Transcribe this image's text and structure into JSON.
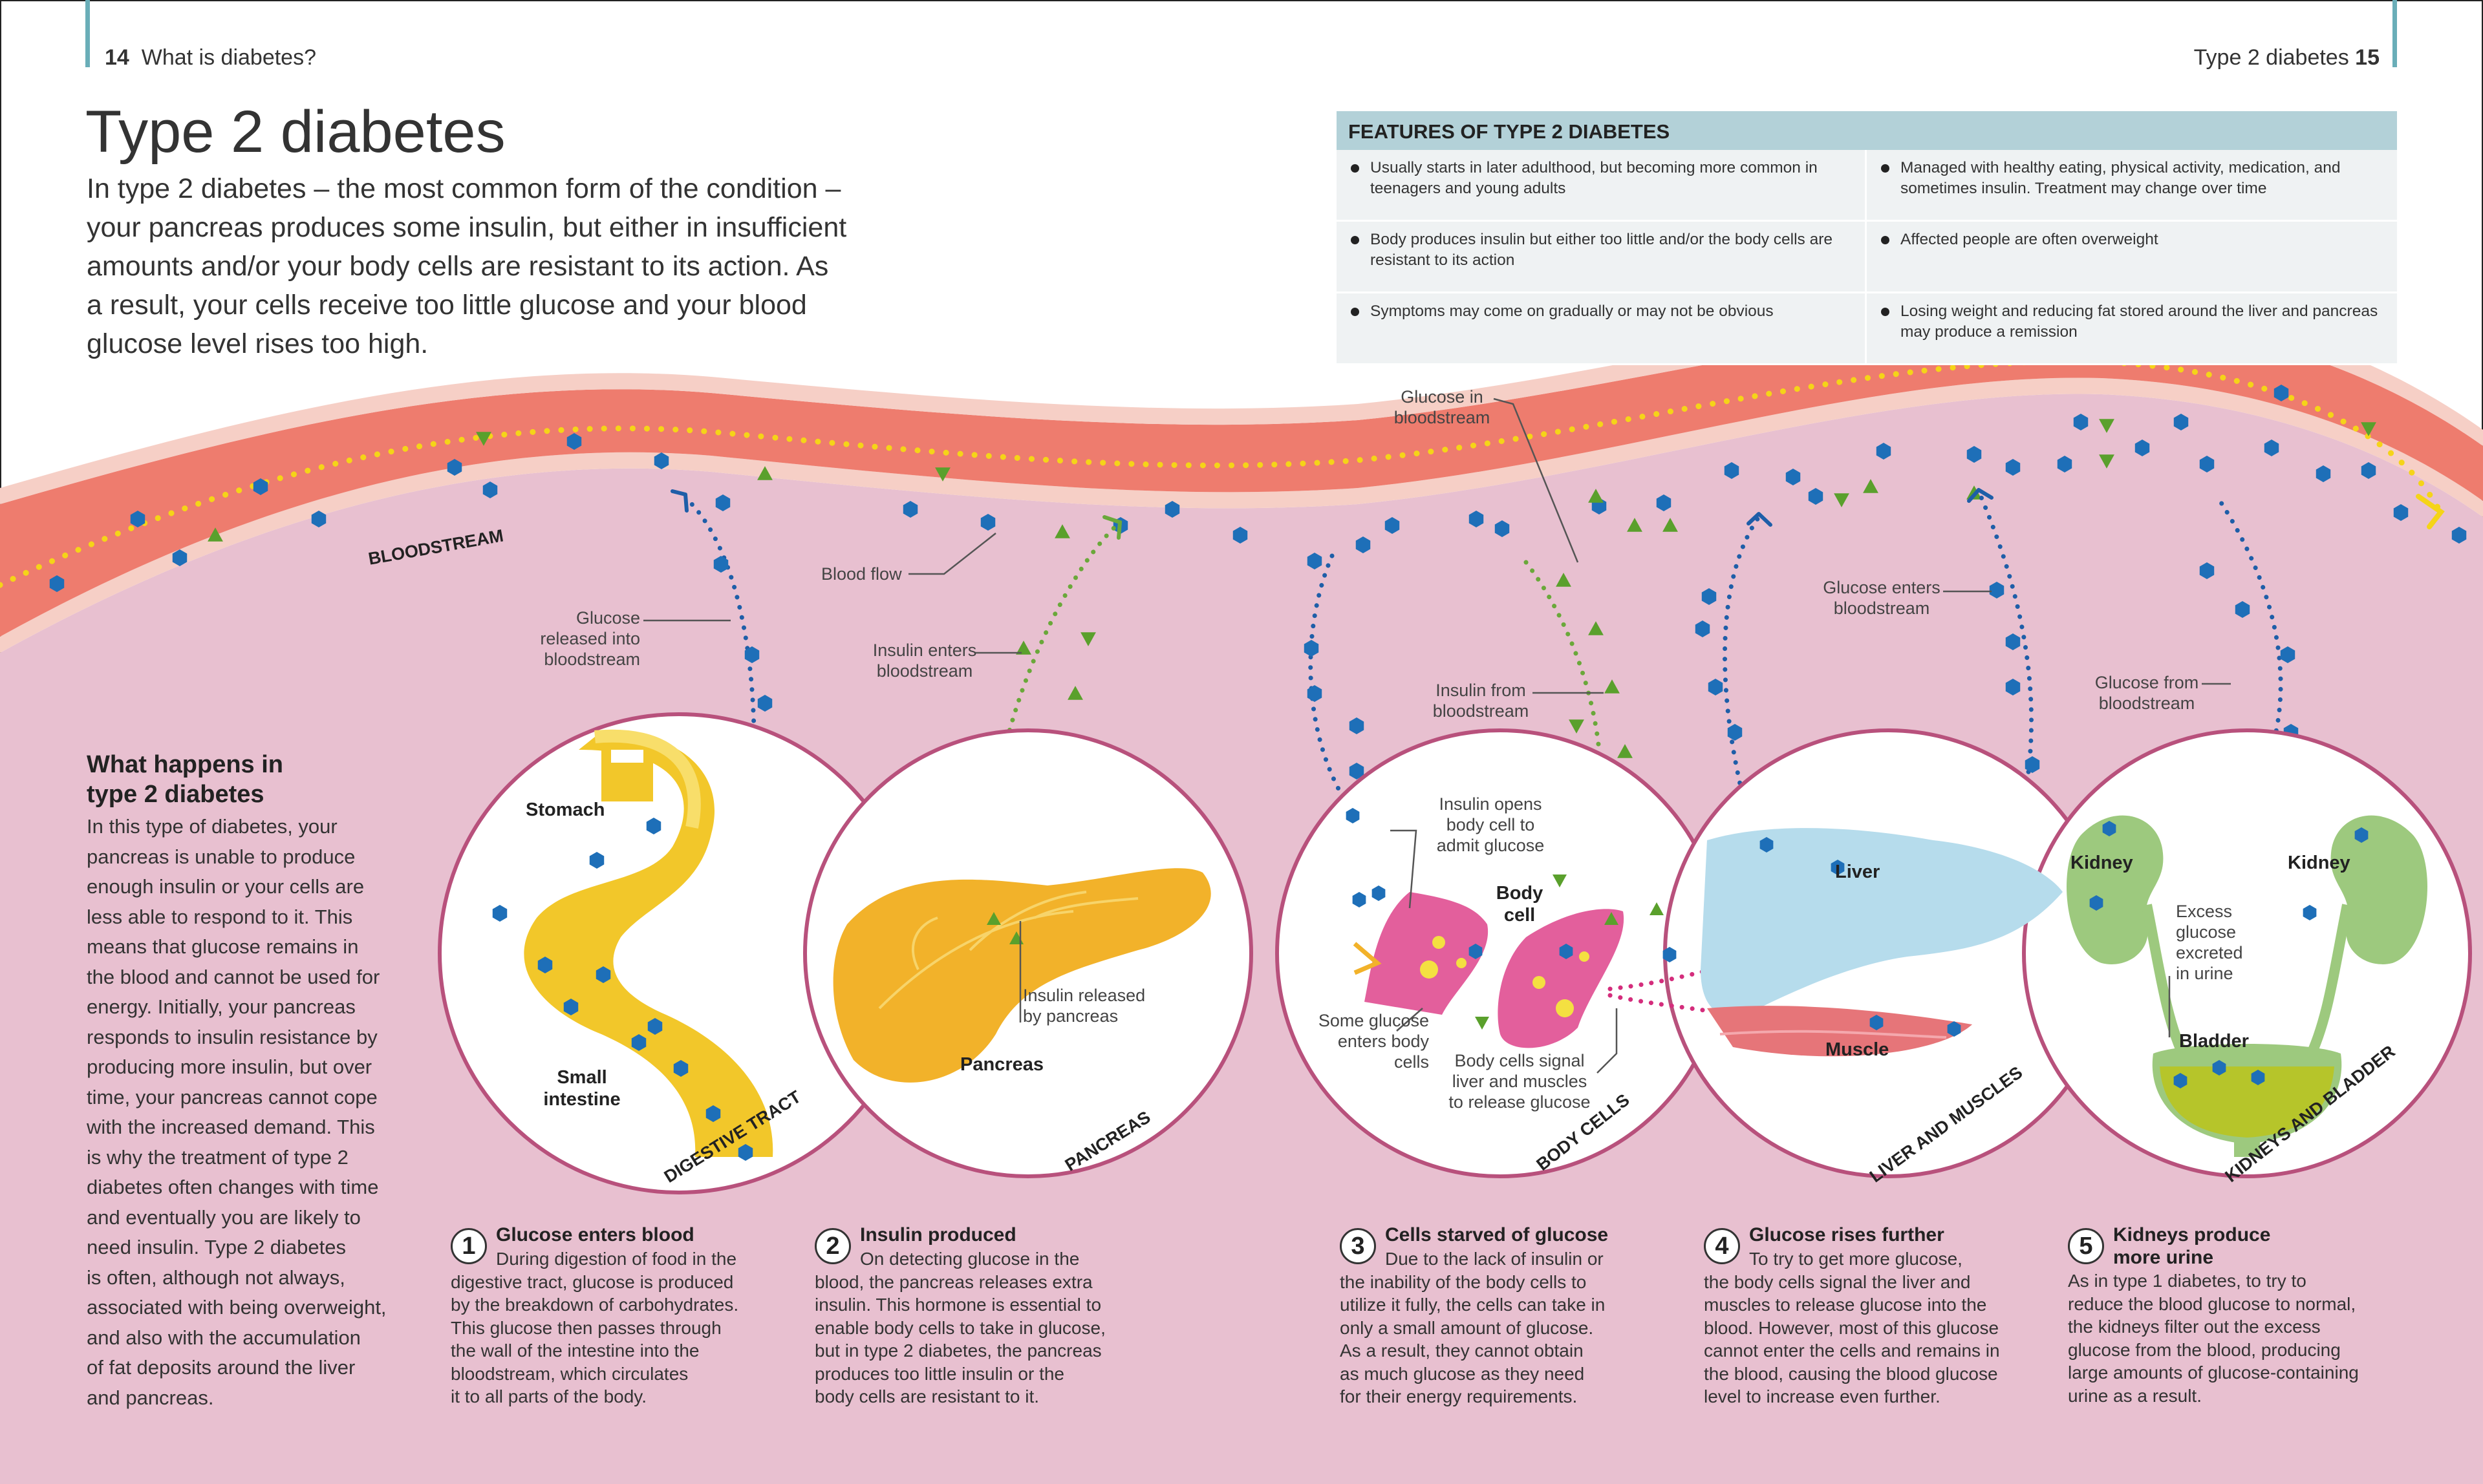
{
  "header": {
    "left_page_number": "14",
    "left_section": "What is diabetes?",
    "right_section": "Type 2 diabetes",
    "right_page_number": "15"
  },
  "title": "Type 2 diabetes",
  "intro_lines": [
    "In type 2 diabetes – the most common form of the condition –",
    "your pancreas produces some insulin, but either in insufficient",
    "amounts and/or your body cells are resistant to its action. As",
    "a result, your cells receive too little glucose and your blood",
    "glucose level rises too high."
  ],
  "features": {
    "heading": "FEATURES OF TYPE 2 DIABETES",
    "rows": [
      [
        "Usually starts in later adulthood, but becoming more common in teenagers and young adults",
        "Managed with healthy eating, physical activity, medication, and sometimes insulin. Treatment may change over time"
      ],
      [
        "Body produces insulin but either too little and/or the body cells are resistant to its action",
        "Affected people are often overweight"
      ],
      [
        "Symptoms may come on gradually or may not be obvious",
        "Losing weight and reducing fat stored around the liver and pancreas may produce a remission"
      ]
    ]
  },
  "sidebar": {
    "heading_lines": [
      "What happens in",
      "type 2 diabetes"
    ],
    "body_lines": [
      "In this type of diabetes, your",
      "pancreas is unable to produce",
      "enough insulin or your cells are",
      "less able to respond to it. This",
      "means that glucose remains in",
      "the blood and cannot be used for",
      "energy. Initially, your pancreas",
      "responds to insulin resistance by",
      "producing more insulin, but over",
      "time, your pancreas cannot cope",
      "with the increased demand. This",
      "is why the treatment of type 2",
      "diabetes often changes with time",
      "and eventually you are likely to",
      "need insulin. Type 2 diabetes",
      "is often, although not always,",
      "associated with being overweight,",
      "and also with the accumulation",
      "of fat deposits around the liver",
      "and pancreas."
    ]
  },
  "diagram": {
    "bloodstream_label": "BLOODSTREAM",
    "callouts": {
      "blood_flow": "Blood flow",
      "glucose_released": [
        "Glucose",
        "released into",
        "bloodstream"
      ],
      "insulin_enters": [
        "Insulin enters",
        "bloodstream"
      ],
      "glucose_in_bloodstream": [
        "Glucose in",
        "bloodstream"
      ],
      "insulin_from": [
        "Insulin from",
        "bloodstream"
      ],
      "glucose_enters": [
        "Glucose enters",
        "bloodstream"
      ],
      "glucose_from": [
        "Glucose from",
        "bloodstream"
      ],
      "insulin_released": [
        "Insulin released",
        "by pancreas"
      ],
      "insulin_opens": [
        "Insulin opens",
        "body cell to",
        "admit glucose"
      ],
      "some_glucose": [
        "Some glucose",
        "enters body",
        "cells"
      ],
      "cells_signal": [
        "Body cells signal",
        "liver and muscles",
        "to release glucose"
      ],
      "excess_glucose": [
        "Excess",
        "glucose",
        "excreted",
        "in urine"
      ]
    },
    "organs": {
      "stomach": "Stomach",
      "small_intestine": [
        "Small",
        "intestine"
      ],
      "pancreas": "Pancreas",
      "body_cell": [
        "Body",
        "cell"
      ],
      "liver": "Liver",
      "muscle": "Muscle",
      "kidney_left": "Kidney",
      "kidney_right": "Kidney",
      "bladder": "Bladder"
    },
    "circle_labels": {
      "digestive": "DIGESTIVE TRACT",
      "pancreas": "PANCREAS",
      "body_cells": "BODY CELLS",
      "liver_muscles": "LIVER AND MUSCLES",
      "kidneys": "KIDNEYS AND BLADDER"
    },
    "colors": {
      "glucose": "#1e6fb8",
      "insulin": "#5aa02c",
      "blood_vessel": "#ee7c6e",
      "tissue": "#e8c0d0"
    }
  },
  "steps": [
    {
      "number": "1",
      "title": "Glucose enters blood",
      "lines": [
        "During digestion of food in the",
        "digestive tract, glucose is produced",
        "by the breakdown of carbohydrates.",
        "This glucose then passes through",
        "the wall of the intestine into the",
        "bloodstream, which circulates",
        "it to all parts of the body."
      ]
    },
    {
      "number": "2",
      "title": "Insulin produced",
      "lines": [
        "On detecting glucose in the",
        "blood, the pancreas releases extra",
        "insulin. This hormone is essential to",
        "enable body cells to take in glucose,",
        "but in type 2 diabetes, the pancreas",
        "produces too little insulin or the",
        "body cells are resistant to it."
      ]
    },
    {
      "number": "3",
      "title": "Cells starved of glucose",
      "lines": [
        "Due to the lack of insulin or",
        "the inability of the body cells to",
        "utilize it fully, the cells can take in",
        "only a small amount of glucose.",
        "As a result, they cannot obtain",
        "as much glucose as they need",
        "for their energy requirements."
      ]
    },
    {
      "number": "4",
      "title": "Glucose rises further",
      "lines": [
        "To try to get more glucose,",
        "the body cells signal the liver and",
        "muscles to release glucose into the",
        "blood. However, most of this glucose",
        "cannot enter the cells and remains in",
        "the blood, causing the blood glucose",
        "level to increase even further."
      ]
    },
    {
      "number": "5",
      "title_lines": [
        "Kidneys produce",
        "more urine"
      ],
      "lines": [
        "As in type 1 diabetes, to try to",
        "reduce the blood glucose to normal,",
        "the kidneys filter out the excess",
        "glucose from the blood, producing",
        "large amounts of glucose-containing",
        "urine as a result."
      ]
    }
  ]
}
